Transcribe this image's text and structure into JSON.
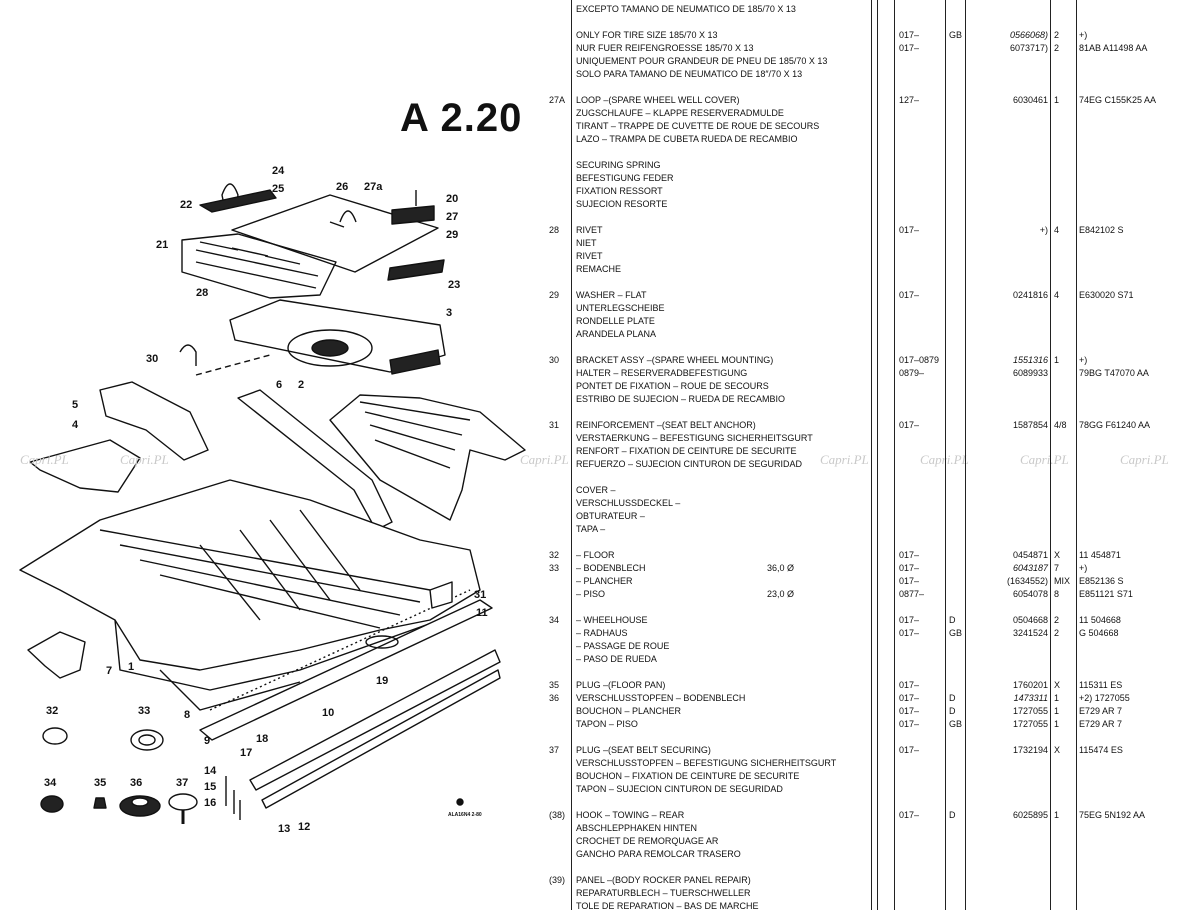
{
  "page_title": "A 2.20",
  "watermark": "Capri.PL",
  "callouts": [
    "1",
    "2",
    "3",
    "4",
    "5",
    "6",
    "7",
    "8",
    "9",
    "10",
    "11",
    "12",
    "13",
    "14",
    "15",
    "16",
    "17",
    "18",
    "19",
    "20",
    "21",
    "22",
    "23",
    "24",
    "25",
    "26",
    "27",
    "27a",
    "28",
    "29",
    "30",
    "31",
    "32",
    "33",
    "34",
    "35",
    "36",
    "37"
  ],
  "diagram_code": "ALA16N4 2-80",
  "rows": [
    {
      "ref": "",
      "desc": "EXCEPTO TAMANO DE NEUMATICO DE 185/70 X 13",
      "dim": "",
      "model": "",
      "cat": "",
      "part": "",
      "pi": false,
      "qty": "",
      "fin": ""
    },
    {
      "ref": "",
      "desc": "",
      "dim": "",
      "model": "",
      "cat": "",
      "part": "",
      "pi": false,
      "qty": "",
      "fin": ""
    },
    {
      "ref": "",
      "desc": "    ONLY FOR TIRE SIZE 185/70 X 13",
      "dim": "",
      "model": "017–",
      "cat": "GB",
      "part": "0566068)",
      "pi": true,
      "qty": "2",
      "fin": "+)"
    },
    {
      "ref": "",
      "desc": "    NUR FUER REIFENGROESSE 185/70 X 13",
      "dim": "",
      "model": "017–",
      "cat": "",
      "part": "6073717)",
      "pi": false,
      "qty": "2",
      "fin": "81AB A11498 AA"
    },
    {
      "ref": "",
      "desc": "    UNIQUEMENT POUR GRANDEUR DE PNEU DE 185/70 X 13",
      "dim": "",
      "model": "",
      "cat": "",
      "part": "",
      "pi": false,
      "qty": "",
      "fin": ""
    },
    {
      "ref": "",
      "desc": "    SOLO PARA TAMANO DE NEUMATICO DE 18″/70 X 13",
      "dim": "",
      "model": "",
      "cat": "",
      "part": "",
      "pi": false,
      "qty": "",
      "fin": ""
    },
    {
      "ref": "",
      "desc": "",
      "dim": "",
      "model": "",
      "cat": "",
      "part": "",
      "pi": false,
      "qty": "",
      "fin": ""
    },
    {
      "ref": "27A",
      "desc": "LOOP –(SPARE WHEEL WELL COVER)",
      "dim": "",
      "model": "127–",
      "cat": "",
      "part": "6030461",
      "pi": false,
      "qty": "1",
      "fin": "74EG C155K25 AA"
    },
    {
      "ref": "",
      "desc": "ZUGSCHLAUFE – KLAPPE RESERVERADMULDE",
      "dim": "",
      "model": "",
      "cat": "",
      "part": "",
      "pi": false,
      "qty": "",
      "fin": ""
    },
    {
      "ref": "",
      "desc": "TIRANT – TRAPPE DE CUVETTE DE ROUE DE SECOURS",
      "dim": "",
      "model": "",
      "cat": "",
      "part": "",
      "pi": false,
      "qty": "",
      "fin": ""
    },
    {
      "ref": "",
      "desc": "LAZO – TRAMPA DE CUBETA RUEDA DE RECAMBIO",
      "dim": "",
      "model": "",
      "cat": "",
      "part": "",
      "pi": false,
      "qty": "",
      "fin": ""
    },
    {
      "ref": "",
      "desc": "",
      "dim": "",
      "model": "",
      "cat": "",
      "part": "",
      "pi": false,
      "qty": "",
      "fin": ""
    },
    {
      "ref": "",
      "desc": "SECURING SPRING",
      "dim": "",
      "model": "",
      "cat": "",
      "part": "",
      "pi": false,
      "qty": "",
      "fin": ""
    },
    {
      "ref": "",
      "desc": "BEFESTIGUNG FEDER",
      "dim": "",
      "model": "",
      "cat": "",
      "part": "",
      "pi": false,
      "qty": "",
      "fin": ""
    },
    {
      "ref": "",
      "desc": "FIXATION RESSORT",
      "dim": "",
      "model": "",
      "cat": "",
      "part": "",
      "pi": false,
      "qty": "",
      "fin": ""
    },
    {
      "ref": "",
      "desc": "SUJECION RESORTE",
      "dim": "",
      "model": "",
      "cat": "",
      "part": "",
      "pi": false,
      "qty": "",
      "fin": ""
    },
    {
      "ref": "",
      "desc": "",
      "dim": "",
      "model": "",
      "cat": "",
      "part": "",
      "pi": false,
      "qty": "",
      "fin": ""
    },
    {
      "ref": "28",
      "desc": "    RIVET",
      "dim": "",
      "model": "017–",
      "cat": "",
      "part": "+)",
      "pi": false,
      "qty": "4",
      "fin": "E842102 S"
    },
    {
      "ref": "",
      "desc": "    NIET",
      "dim": "",
      "model": "",
      "cat": "",
      "part": "",
      "pi": false,
      "qty": "",
      "fin": ""
    },
    {
      "ref": "",
      "desc": "    RIVET",
      "dim": "",
      "model": "",
      "cat": "",
      "part": "",
      "pi": false,
      "qty": "",
      "fin": ""
    },
    {
      "ref": "",
      "desc": "    REMACHE",
      "dim": "",
      "model": "",
      "cat": "",
      "part": "",
      "pi": false,
      "qty": "",
      "fin": ""
    },
    {
      "ref": "",
      "desc": "",
      "dim": "",
      "model": "",
      "cat": "",
      "part": "",
      "pi": false,
      "qty": "",
      "fin": ""
    },
    {
      "ref": "29",
      "desc": "    WASHER – FLAT",
      "dim": "",
      "model": "017–",
      "cat": "",
      "part": "0241816",
      "pi": false,
      "qty": "4",
      "fin": "E630020 S71"
    },
    {
      "ref": "",
      "desc": "    UNTERLEGSCHEIBE",
      "dim": "",
      "model": "",
      "cat": "",
      "part": "",
      "pi": false,
      "qty": "",
      "fin": ""
    },
    {
      "ref": "",
      "desc": "    RONDELLE PLATE",
      "dim": "",
      "model": "",
      "cat": "",
      "part": "",
      "pi": false,
      "qty": "",
      "fin": ""
    },
    {
      "ref": "",
      "desc": "    ARANDELA PLANA",
      "dim": "",
      "model": "",
      "cat": "",
      "part": "",
      "pi": false,
      "qty": "",
      "fin": ""
    },
    {
      "ref": "",
      "desc": "",
      "dim": "",
      "model": "",
      "cat": "",
      "part": "",
      "pi": false,
      "qty": "",
      "fin": ""
    },
    {
      "ref": "30",
      "desc": "BRACKET ASSY –(SPARE WHEEL MOUNTING)",
      "dim": "",
      "model": "017–0879",
      "cat": "",
      "part": "1551316",
      "pi": true,
      "qty": "1",
      "fin": "+)"
    },
    {
      "ref": "",
      "desc": "HALTER – RESERVERADBEFESTIGUNG",
      "dim": "",
      "model": "0879–",
      "cat": "",
      "part": "6089933",
      "pi": false,
      "qty": "",
      "fin": "79BG T47070 AA"
    },
    {
      "ref": "",
      "desc": "PONTET DE FIXATION – ROUE DE SECOURS",
      "dim": "",
      "model": "",
      "cat": "",
      "part": "",
      "pi": false,
      "qty": "",
      "fin": ""
    },
    {
      "ref": "",
      "desc": "ESTRIBO DE SUJECION – RUEDA DE RECAMBIO",
      "dim": "",
      "model": "",
      "cat": "",
      "part": "",
      "pi": false,
      "qty": "",
      "fin": ""
    },
    {
      "ref": "",
      "desc": "",
      "dim": "",
      "model": "",
      "cat": "",
      "part": "",
      "pi": false,
      "qty": "",
      "fin": ""
    },
    {
      "ref": "31",
      "desc": "REINFORCEMENT –(SEAT BELT ANCHOR)",
      "dim": "",
      "model": "017–",
      "cat": "",
      "part": "1587854",
      "pi": false,
      "qty": "4/8",
      "fin": "78GG F61240 AA"
    },
    {
      "ref": "",
      "desc": "VERSTAERKUNG – BEFESTIGUNG SICHERHEITSGURT",
      "dim": "",
      "model": "",
      "cat": "",
      "part": "",
      "pi": false,
      "qty": "",
      "fin": ""
    },
    {
      "ref": "",
      "desc": "RENFORT – FIXATION DE CEINTURE DE SECURITE",
      "dim": "",
      "model": "",
      "cat": "",
      "part": "",
      "pi": false,
      "qty": "",
      "fin": ""
    },
    {
      "ref": "",
      "desc": "REFUERZO – SUJECION CINTURON DE SEGURIDAD",
      "dim": "",
      "model": "",
      "cat": "",
      "part": "",
      "pi": false,
      "qty": "",
      "fin": ""
    },
    {
      "ref": "",
      "desc": "",
      "dim": "",
      "model": "",
      "cat": "",
      "part": "",
      "pi": false,
      "qty": "",
      "fin": ""
    },
    {
      "ref": "",
      "desc": "COVER –",
      "dim": "",
      "model": "",
      "cat": "",
      "part": "",
      "pi": false,
      "qty": "",
      "fin": ""
    },
    {
      "ref": "",
      "desc": "VERSCHLUSSDECKEL –",
      "dim": "",
      "model": "",
      "cat": "",
      "part": "",
      "pi": false,
      "qty": "",
      "fin": ""
    },
    {
      "ref": "",
      "desc": "OBTURATEUR –",
      "dim": "",
      "model": "",
      "cat": "",
      "part": "",
      "pi": false,
      "qty": "",
      "fin": ""
    },
    {
      "ref": "",
      "desc": "TAPA –",
      "dim": "",
      "model": "",
      "cat": "",
      "part": "",
      "pi": false,
      "qty": "",
      "fin": ""
    },
    {
      "ref": "",
      "desc": "",
      "dim": "",
      "model": "",
      "cat": "",
      "part": "",
      "pi": false,
      "qty": "",
      "fin": ""
    },
    {
      "ref": "32",
      "desc": "    – FLOOR",
      "dim": "",
      "model": "017–",
      "cat": "",
      "part": "0454871",
      "pi": false,
      "qty": "X",
      "fin": "11 454871"
    },
    {
      "ref": "33",
      "desc": "    – BODENBLECH",
      "dim": "36,0 Ø",
      "model": "017–",
      "cat": "",
      "part": "6043187",
      "pi": true,
      "qty": "7",
      "fin": "+)"
    },
    {
      "ref": "",
      "desc": "    – PLANCHER",
      "dim": "",
      "model": "017–",
      "cat": "",
      "part": "(1634552)",
      "pi": false,
      "qty": "MIX",
      "fin": "E852136 S"
    },
    {
      "ref": "",
      "desc": "    – PISO",
      "dim": "23,0 Ø",
      "model": "0877–",
      "cat": "",
      "part": "6054078",
      "pi": false,
      "qty": "8",
      "fin": "E851121 S71"
    },
    {
      "ref": "",
      "desc": "",
      "dim": "",
      "model": "",
      "cat": "",
      "part": "",
      "pi": false,
      "qty": "",
      "fin": ""
    },
    {
      "ref": "34",
      "desc": "    – WHEELHOUSE",
      "dim": "",
      "model": "017–",
      "cat": "D",
      "part": "0504668",
      "pi": false,
      "qty": "2",
      "fin": "11 504668"
    },
    {
      "ref": "",
      "desc": "    – RADHAUS",
      "dim": "",
      "model": "017–",
      "cat": "GB",
      "part": "3241524",
      "pi": false,
      "qty": "2",
      "fin": "G 504668"
    },
    {
      "ref": "",
      "desc": "    – PASSAGE DE ROUE",
      "dim": "",
      "model": "",
      "cat": "",
      "part": "",
      "pi": false,
      "qty": "",
      "fin": ""
    },
    {
      "ref": "",
      "desc": "    – PASO DE RUEDA",
      "dim": "",
      "model": "",
      "cat": "",
      "part": "",
      "pi": false,
      "qty": "",
      "fin": ""
    },
    {
      "ref": "",
      "desc": "",
      "dim": "",
      "model": "",
      "cat": "",
      "part": "",
      "pi": false,
      "qty": "",
      "fin": ""
    },
    {
      "ref": "35",
      "desc": "PLUG –(FLOOR PAN)",
      "dim": "",
      "model": "017–",
      "cat": "",
      "part": "1760201",
      "pi": false,
      "qty": "X",
      "fin": "115311 ES"
    },
    {
      "ref": "36",
      "desc": "VERSCHLUSSTOPFEN – BODENBLECH",
      "dim": "",
      "model": "017–",
      "cat": "D",
      "part": "1473311",
      "pi": true,
      "qty": "1",
      "fin": "+2) 1727055"
    },
    {
      "ref": "",
      "desc": "BOUCHON – PLANCHER",
      "dim": "",
      "model": "017–",
      "cat": "D",
      "part": "1727055",
      "pi": false,
      "qty": "1",
      "fin": "E729 AR 7"
    },
    {
      "ref": "",
      "desc": "TAPON – PISO",
      "dim": "",
      "model": "017–",
      "cat": "GB",
      "part": "1727055",
      "pi": false,
      "qty": "1",
      "fin": "E729 AR 7"
    },
    {
      "ref": "",
      "desc": "",
      "dim": "",
      "model": "",
      "cat": "",
      "part": "",
      "pi": false,
      "qty": "",
      "fin": ""
    },
    {
      "ref": "37",
      "desc": "PLUG –(SEAT BELT SECURING)",
      "dim": "",
      "model": "017–",
      "cat": "",
      "part": "1732194",
      "pi": false,
      "qty": "X",
      "fin": "115474 ES"
    },
    {
      "ref": "",
      "desc": "VERSCHLUSSTOPFEN – BEFESTIGUNG SICHERHEITSGURT",
      "dim": "",
      "model": "",
      "cat": "",
      "part": "",
      "pi": false,
      "qty": "",
      "fin": ""
    },
    {
      "ref": "",
      "desc": "BOUCHON – FIXATION DE CEINTURE DE SECURITE",
      "dim": "",
      "model": "",
      "cat": "",
      "part": "",
      "pi": false,
      "qty": "",
      "fin": ""
    },
    {
      "ref": "",
      "desc": "TAPON – SUJECION CINTURON DE SEGURIDAD",
      "dim": "",
      "model": "",
      "cat": "",
      "part": "",
      "pi": false,
      "qty": "",
      "fin": ""
    },
    {
      "ref": "",
      "desc": "",
      "dim": "",
      "model": "",
      "cat": "",
      "part": "",
      "pi": false,
      "qty": "",
      "fin": ""
    },
    {
      "ref": "(38)",
      "desc": "HOOK – TOWING – REAR",
      "dim": "",
      "model": "017–",
      "cat": "D",
      "part": "6025895",
      "pi": false,
      "qty": "1",
      "fin": "75EG 5N192 AA"
    },
    {
      "ref": "",
      "desc": "ABSCHLEPPHAKEN HINTEN",
      "dim": "",
      "model": "",
      "cat": "",
      "part": "",
      "pi": false,
      "qty": "",
      "fin": ""
    },
    {
      "ref": "",
      "desc": "CROCHET DE REMORQUAGE AR",
      "dim": "",
      "model": "",
      "cat": "",
      "part": "",
      "pi": false,
      "qty": "",
      "fin": ""
    },
    {
      "ref": "",
      "desc": "GANCHO PARA REMOLCAR TRASERO",
      "dim": "",
      "model": "",
      "cat": "",
      "part": "",
      "pi": false,
      "qty": "",
      "fin": ""
    },
    {
      "ref": "",
      "desc": "",
      "dim": "",
      "model": "",
      "cat": "",
      "part": "",
      "pi": false,
      "qty": "",
      "fin": ""
    },
    {
      "ref": "(39)",
      "desc": "PANEL –(BODY ROCKER PANEL REPAIR)",
      "dim": "",
      "model": "",
      "cat": "",
      "part": "",
      "pi": false,
      "qty": "",
      "fin": ""
    },
    {
      "ref": "",
      "desc": "REPARATURBLECH – TUERSCHWELLER",
      "dim": "",
      "model": "",
      "cat": "",
      "part": "",
      "pi": false,
      "qty": "",
      "fin": ""
    },
    {
      "ref": "",
      "desc": "TOLE DE REPARATION – BAS DE MARCHE",
      "dim": "",
      "model": "",
      "cat": "",
      "part": "",
      "pi": false,
      "qty": "",
      "fin": ""
    }
  ]
}
